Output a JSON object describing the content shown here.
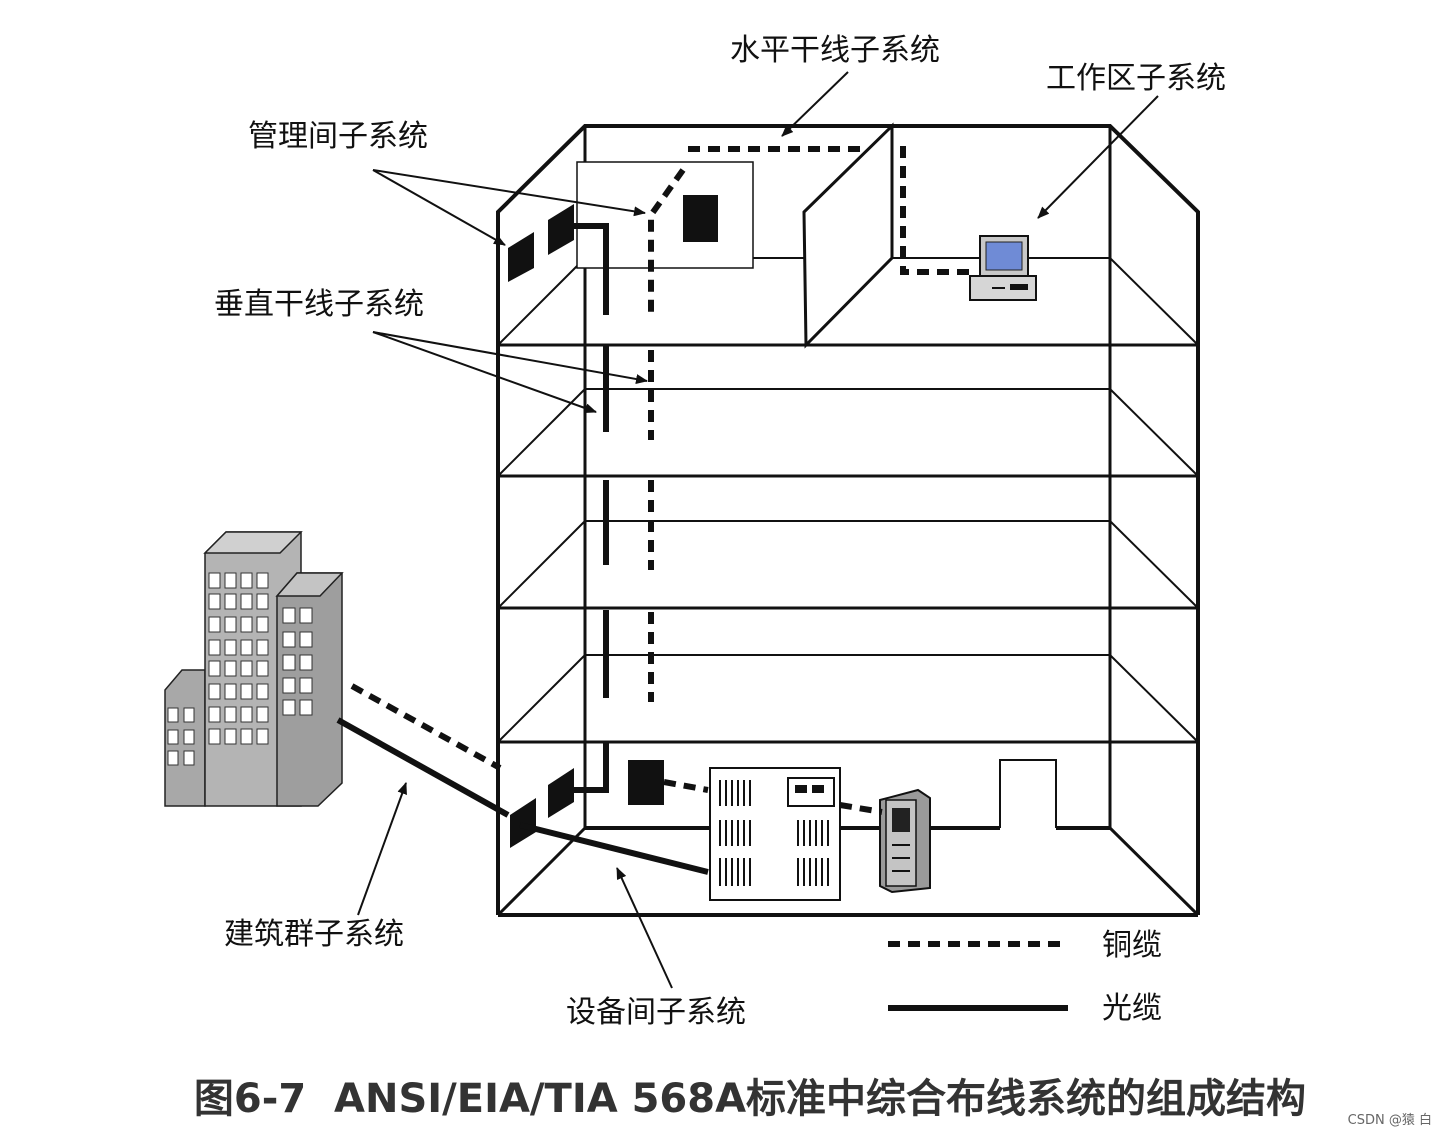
{
  "labels": {
    "management_room": "管理间子系统",
    "horizontal_trunk": "水平干线子系统",
    "work_area": "工作区子系统",
    "vertical_trunk": "垂直干线子系统",
    "building_group": "建筑群子系统",
    "equipment_room": "设备间子系统"
  },
  "legend": {
    "copper": "铜缆",
    "fiber": "光缆"
  },
  "caption": "图6-7  ANSI/EIA/TIA 568A标准中综合布线系统的组成结构",
  "watermark": "CSDN @猿 白"
}
